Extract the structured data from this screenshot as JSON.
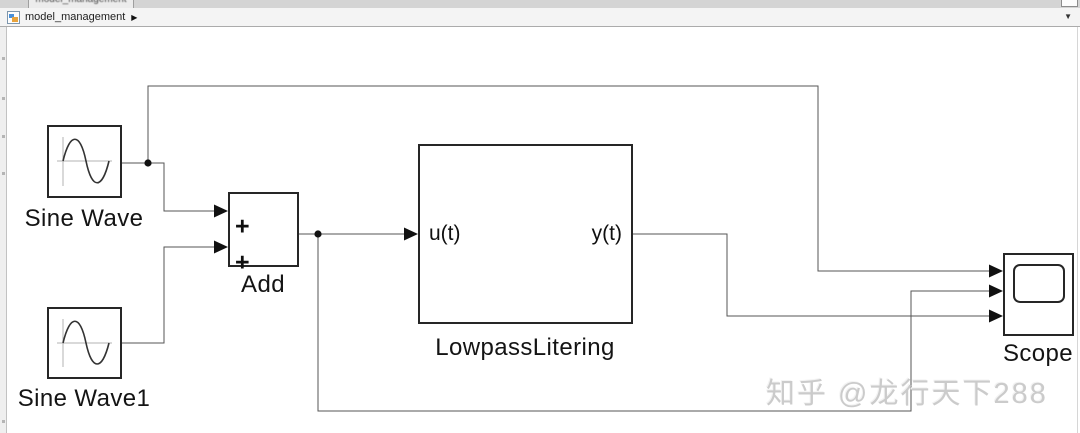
{
  "window": {
    "tab_fragment": "model_management",
    "breadcrumb": {
      "model": "model_management",
      "expand_icon": "▶",
      "dropdown_icon": "▼"
    }
  },
  "diagram": {
    "type": "simulink-block-diagram",
    "blocks": {
      "sine_wave": {
        "label": "Sine Wave"
      },
      "sine_wave1": {
        "label": "Sine Wave1"
      },
      "add": {
        "label": "Add",
        "sign1": "+",
        "sign2": "+"
      },
      "lowpass": {
        "label": "LowpassLitering",
        "in_port": "u(t)",
        "out_port": "y(t)"
      },
      "scope": {
        "label": "Scope"
      }
    },
    "connections": [
      "Sine Wave -> Add (in1)",
      "Sine Wave -> Scope (in1)",
      "Sine Wave1 -> Add (in2)",
      "Add -> LowpassLitering u(t)",
      "Add -> Scope (in2)",
      "LowpassLitering y(t) -> Scope (in3)"
    ]
  },
  "watermark": {
    "text": "知乎 @龙行天下288"
  },
  "colors": {
    "wire": "#565656",
    "block_border": "#262626",
    "arrow": "#111111",
    "canvas_bg": "#ffffff",
    "chrome_bg": "#f4f4f4",
    "watermark": "#cbcbcb"
  }
}
